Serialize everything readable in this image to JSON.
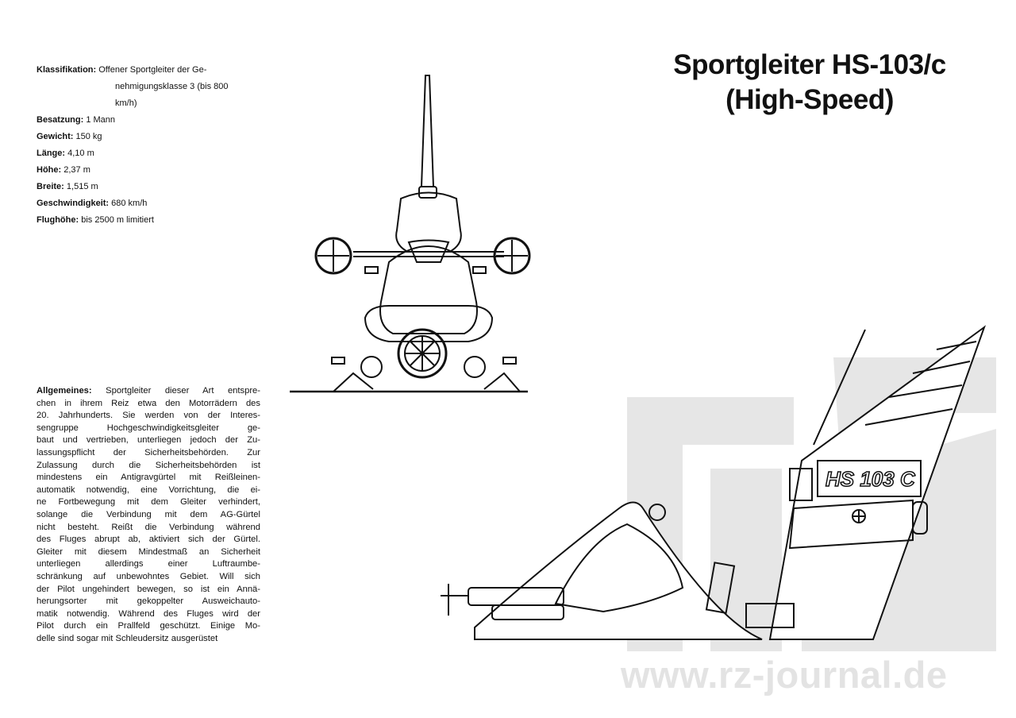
{
  "title": {
    "line1": "Sportgleiter HS-103/c",
    "line2": "(High-Speed)"
  },
  "specs": {
    "klassifikation": {
      "label": "Klassifikation:",
      "value_lines": [
        "Offener Sportgleiter der Ge-",
        "nehmigungsklasse 3 (bis 800",
        "km/h)"
      ]
    },
    "besatzung": {
      "label": "Besatzung:",
      "value": "1 Mann"
    },
    "gewicht": {
      "label": "Gewicht:",
      "value": "150 kg"
    },
    "laenge": {
      "label": "Länge:",
      "value": "4,10 m"
    },
    "hoehe": {
      "label": "Höhe:",
      "value": "2,37 m"
    },
    "breite": {
      "label": "Breite:",
      "value": "1,515 m"
    },
    "geschwindigkeit": {
      "label": "Geschwindigkeit:",
      "value": "680 km/h"
    },
    "flughoehe": {
      "label": "Flughöhe:",
      "value": "bis 2500 m limitiert"
    }
  },
  "general": {
    "label": "Allgemeines:",
    "lines": [
      "Sportgleiter dieser Art entspre-",
      "chen in ihrem Reiz etwa den Motorrädern des",
      "20. Jahrhunderts. Sie werden von der Interes-",
      "sengruppe Hochgeschwindigkeitsgleiter ge-",
      "baut und vertrieben, unterliegen jedoch der Zu-",
      "lassungspflicht der Sicherheitsbehörden. Zur",
      "Zulassung durch die Sicherheitsbehörden ist",
      "mindestens ein Antigravgürtel mit Reißleinen-",
      "automatik notwendig, eine Vorrichtung, die ei-",
      "ne Fortbewegung mit dem Gleiter verhindert,",
      "solange die Verbindung mit dem AG-Gürtel",
      "nicht besteht. Reißt die Verbindung während",
      "des Fluges abrupt ab, aktiviert sich der Gürtel.",
      "Gleiter mit diesem Mindestmaß an Sicherheit",
      "unterliegen allerdings einer Luftraumbe-",
      "schränkung auf unbewohntes Gebiet. Will sich",
      "der Pilot ungehindert bewegen, so ist ein Annä-",
      "herungsorter mit gekoppelter Ausweichauto-",
      "matik notwendig. Während des Fluges wird der",
      "Pilot durch ein Prallfeld geschützt. Einige Mo-",
      "delle sind sogar mit Schleudersitz ausgerüstet"
    ]
  },
  "drawing": {
    "hull_marking": "HS 103 C"
  },
  "watermark": {
    "url": "www.rz-journal.de"
  }
}
